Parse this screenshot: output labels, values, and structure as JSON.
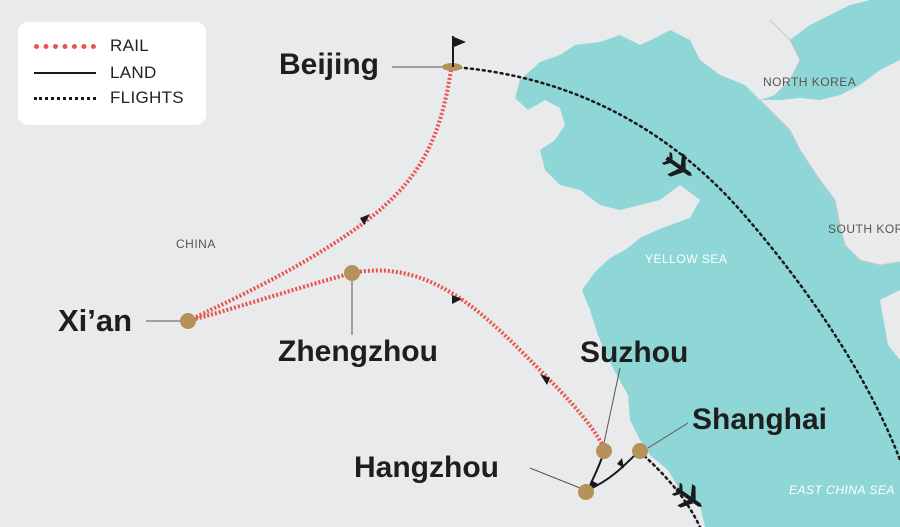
{
  "legend": {
    "rail": "RAIL",
    "land": "LAND",
    "flights": "FLIGHTS"
  },
  "cities": {
    "beijing": "Beijing",
    "xian": "Xi’an",
    "zhengzhou": "Zhengzhou",
    "suzhou": "Suzhou",
    "hangzhou": "Hangzhou",
    "shanghai": "Shanghai"
  },
  "regions": {
    "china": "CHINA",
    "north_korea": "NORTH KOREA",
    "south_korea": "SOUTH KORE",
    "yellow_sea": "YELLOW SEA",
    "east_china_sea": "EAST CHINA SEA"
  },
  "colors": {
    "land": "#e9eaeb",
    "sea": "#8fd6d6",
    "rail": "#e8544c",
    "route": "#1a1a1a",
    "city_marker": "#b5925a",
    "sea_label": "#ffffff",
    "region_label": "#555555"
  },
  "icons": {
    "start": "flag-icon",
    "flight": "airplane-icon"
  }
}
